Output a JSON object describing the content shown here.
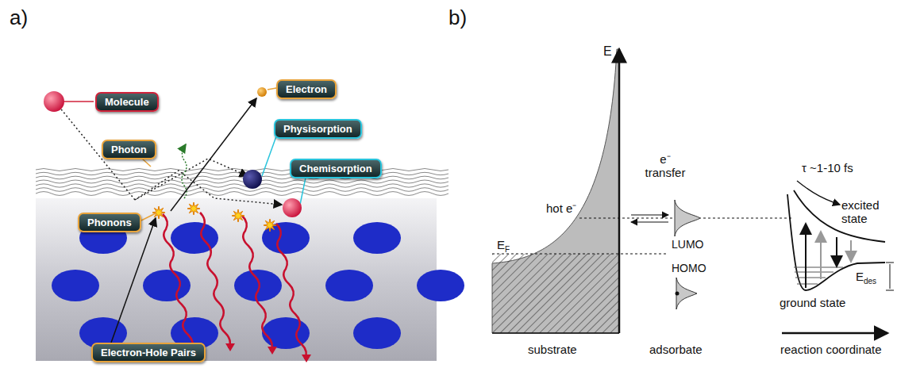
{
  "diagram": {
    "nodes": [
      {
        "text": [
          "Molecule"
        ]
      },
      {
        "text": [
          "Photon"
        ]
      },
      {
        "text": [
          "Electron"
        ]
      },
      {
        "text": [
          "Physisorption"
        ]
      },
      {
        "text": [
          "Chemisorption"
        ]
      },
      {
        "text": [
          "Phonons"
        ]
      },
      {
        "text": [
          "Electron-Hole Pairs"
        ]
      }
    ],
    "labels": [
      "a)",
      "b)",
      "E",
      "e⁻ transfer",
      "hot e⁻",
      "LUMO",
      "HOMO",
      "E",
      "F",
      "τ ~1-10 fs",
      "excited state",
      "ground state",
      "E",
      "des",
      "substrate",
      "adsorbate",
      "reaction coordinate"
    ]
  }
}
